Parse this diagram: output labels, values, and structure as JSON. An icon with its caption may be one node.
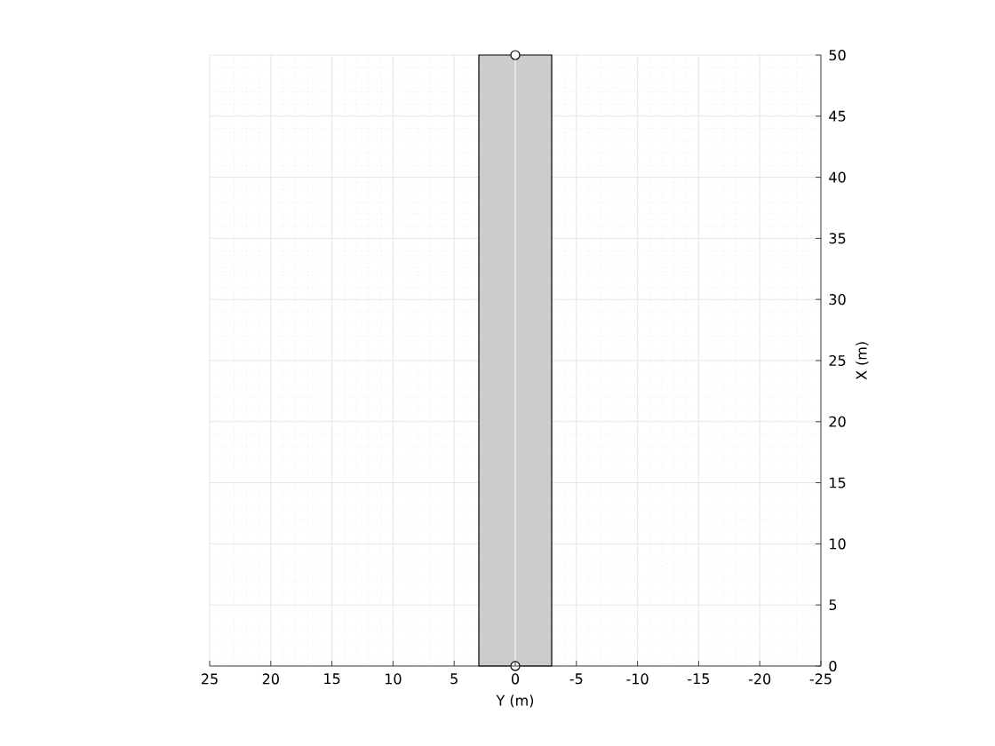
{
  "diagram": {
    "nodes": [
      {
        "text": [],
        "shape": "bar"
      },
      {
        "text": [],
        "shape": "circle"
      },
      {
        "text": [],
        "shape": "circle"
      }
    ],
    "labels": [
      "50",
      "45",
      "40",
      "35",
      "30",
      "25",
      "20",
      "15",
      "10",
      "5",
      "0",
      "25",
      "20",
      "15",
      "10",
      "5",
      "0",
      "-5",
      "-10",
      "-15",
      "-20",
      "-25",
      "Y (m)",
      "X (m)"
    ]
  }
}
